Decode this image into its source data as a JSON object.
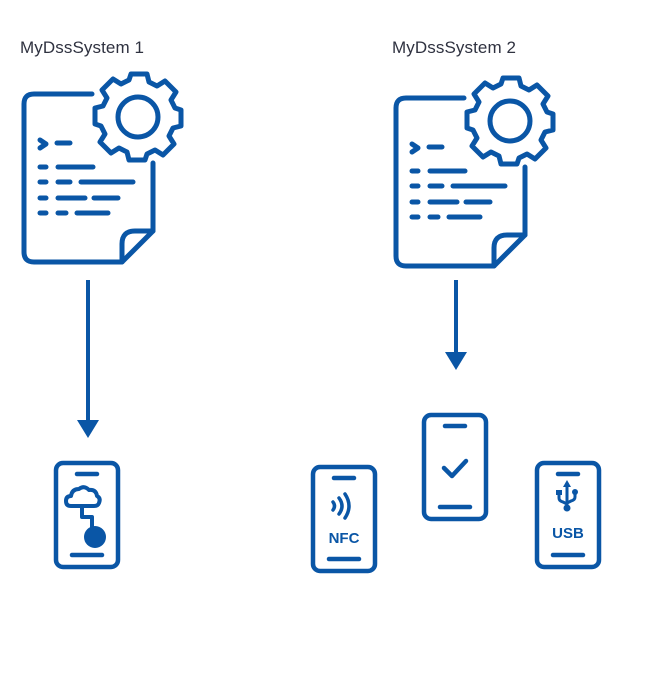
{
  "colors": {
    "primary": "#0a56a6",
    "text": "#2f3240",
    "background": "#ffffff"
  },
  "systems": [
    {
      "title": "MyDssSystem 1",
      "icon": "document-gear-icon",
      "arrow": "arrow-down-icon",
      "devices": [
        {
          "icon": "phone-cloud-connection-icon",
          "label": ""
        }
      ]
    },
    {
      "title": "MyDssSystem 2",
      "icon": "document-gear-icon",
      "arrow": "arrow-down-icon",
      "devices": [
        {
          "icon": "phone-nfc-icon",
          "label": "NFC"
        },
        {
          "icon": "phone-check-icon",
          "label": ""
        },
        {
          "icon": "phone-usb-icon",
          "label": "USB"
        }
      ]
    }
  ]
}
